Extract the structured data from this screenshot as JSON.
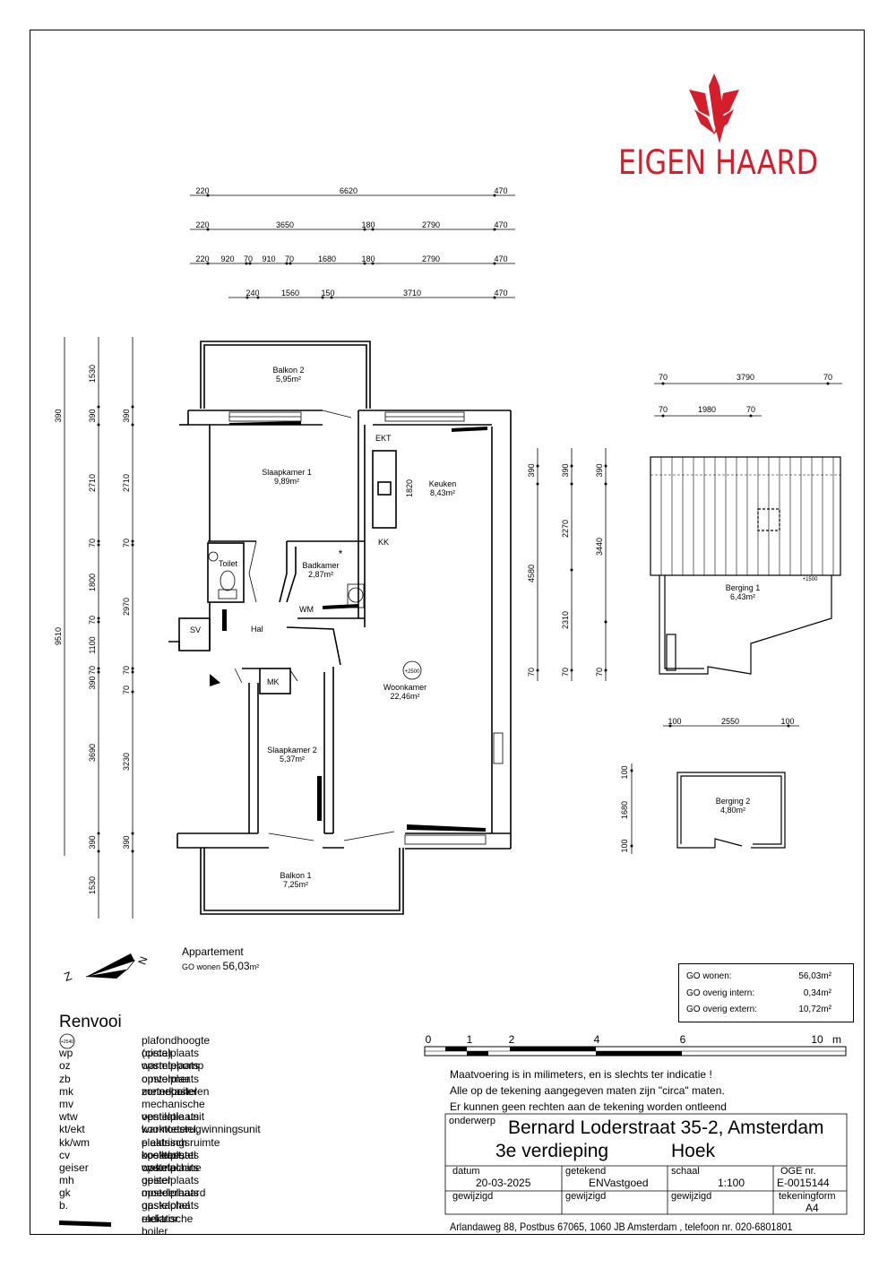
{
  "brand": {
    "name": "EIGEN HAARD",
    "color": "#d51e2c"
  },
  "dimensions": {
    "top_row1": [
      "220",
      "6620",
      "470"
    ],
    "top_row2": [
      "220",
      "3650",
      "180",
      "2790",
      "470"
    ],
    "top_row3": [
      "220",
      "920",
      "70",
      "910",
      "70",
      "1680",
      "180",
      "2790",
      "470"
    ],
    "top_row4": [
      "240",
      "1560",
      "150",
      "3710",
      "470"
    ],
    "left_col1": [
      "390",
      "9510"
    ],
    "left_col2": [
      "1530",
      "390",
      "2710",
      "70",
      "1800",
      "70",
      "1100",
      "70",
      "390",
      "3690",
      "390",
      "1530"
    ],
    "left_col3": [
      "390",
      "2710",
      "70",
      "2970",
      "70",
      "70",
      "3230",
      "390"
    ],
    "right_col1": [
      "390",
      "4580",
      "70"
    ],
    "right_col2": [
      "390",
      "2270",
      "2310",
      "70"
    ],
    "right_col3": [
      "390",
      "3440",
      "70"
    ],
    "keuken_counter": "1820",
    "berging1_row1": [
      "70",
      "3790",
      "70"
    ],
    "berging1_row2": [
      "70",
      "1980",
      "70"
    ],
    "berging1_level": "+1500",
    "berging2_row": [
      "100",
      "2550",
      "100"
    ],
    "berging2_col": [
      "100",
      "1680",
      "100"
    ],
    "ceiling_marker": "+2500"
  },
  "rooms": {
    "balkon2": {
      "name": "Balkon 2",
      "area": "5,95m²"
    },
    "slaapkamer1": {
      "name": "Slaapkamer 1",
      "area": "9,89m²"
    },
    "keuken": {
      "name": "Keuken",
      "area": "8,43m²"
    },
    "badkamer": {
      "name": "Badkamer",
      "area": "2,87m²"
    },
    "woonkamer": {
      "name": "Woonkamer",
      "area": "22,46m²"
    },
    "slaapkamer2": {
      "name": "Slaapkamer 2",
      "area": "5,37m²"
    },
    "balkon1": {
      "name": "Balkon 1",
      "area": "7,25m²"
    },
    "berging1": {
      "name": "Berging 1",
      "area": "6,43m²"
    },
    "berging2": {
      "name": "Berging 2",
      "area": "4,80m²"
    },
    "toilet": "Toilet",
    "hal": "Hal",
    "ekt": "EKT",
    "kk": "KK",
    "wm": "WM",
    "sv": "SV",
    "mk": "MK"
  },
  "apartment": {
    "label": "Appartement",
    "go_prefix": "GO wonen",
    "go_value": "56,03",
    "go_unit": "m²"
  },
  "compass": {
    "letter": "N"
  },
  "totals": [
    {
      "label": "GO wonen:",
      "value": "56,03m²"
    },
    {
      "label": "GO overig intern:",
      "value": "0,34m²"
    },
    {
      "label": "GO overig extern:",
      "value": "10,72m²"
    }
  ],
  "renvooi": {
    "title": "Renvooi",
    "marker_label": "+2540",
    "items": [
      {
        "code": "",
        "desc": "plafondhoogte (circa)"
      },
      {
        "code": "wp",
        "desc": "opstelplaats warmtepomp"
      },
      {
        "code": "oz",
        "desc": "opstelplaats omvormer zonnepanelen"
      },
      {
        "code": "zb",
        "desc": "opstelplaats zonneboiler"
      },
      {
        "code": "mk",
        "desc": "meterkast"
      },
      {
        "code": "mv",
        "desc": "mechanische ventilatie unit"
      },
      {
        "code": "wtw",
        "desc": "opstelplaats warmteterugwinningsunit"
      },
      {
        "code": "kt/ekt",
        "desc": "kooktoestel, elektrisch kooktoestel"
      },
      {
        "code": "kk/wm",
        "desc": "plaatsingsruimte koelkast, wasmachine"
      },
      {
        "code": "cv",
        "desc": "opstelplaats cv-ketel"
      },
      {
        "code": "geiser",
        "desc": "opstelplaats geiser"
      },
      {
        "code": "mh",
        "desc": "opstelplaats moederhaard"
      },
      {
        "code": "gk",
        "desc": "opstelplaats gaskachel"
      },
      {
        "code": "b.",
        "desc": "opstelplaats elektrische boiler"
      },
      {
        "code": "",
        "desc": "radiator"
      }
    ]
  },
  "scale_bar": {
    "labels": [
      "0",
      "1",
      "2",
      "4",
      "6",
      "10"
    ],
    "unit": "m"
  },
  "notes": [
    "Maatvoering is in milimeters, en is slechts ter indicatie !",
    "Alle op de tekening aangegeven maten zijn \"circa\" maten.",
    "Er kunnen geen rechten aan de tekening worden ontleend"
  ],
  "title_block": {
    "onderwerp_label": "onderwerp",
    "address": "Bernard Loderstraat 35-2, Amsterdam",
    "floor": "3e verdieping",
    "position": "Hoek",
    "datum_label": "datum",
    "datum": "20-03-2025",
    "getekend_label": "getekend",
    "getekend": "ENVastgoed",
    "schaal_label": "schaal",
    "schaal": "1:100",
    "oge_label": "OGE nr.",
    "oge": "E-0015144",
    "gewijzigd1": "gewijzigd",
    "gewijzigd2": "gewijzigd",
    "gewijzigd3": "gewijzigd",
    "tekeningform_label": "tekeningform",
    "tekeningform": "A4",
    "footer": "Arlandaweg 88, Postbus 67065, 1060 JB Amsterdam , telefoon nr. 020-6801801"
  }
}
